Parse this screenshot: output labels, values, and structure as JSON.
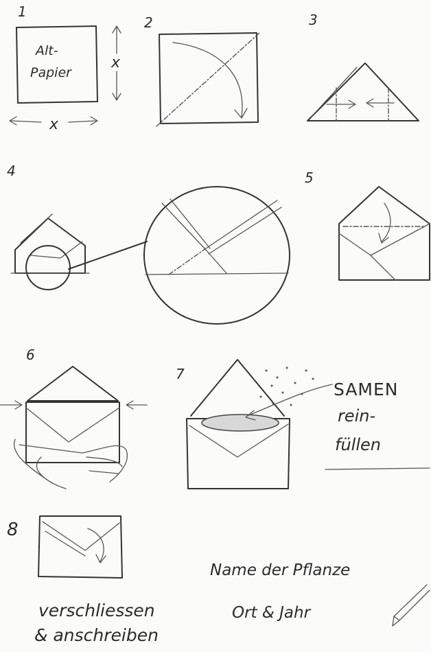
{
  "steps": [
    {
      "number": "1",
      "label_line1": "Alt-",
      "label_line2": "Papier",
      "dimension": "x"
    },
    {
      "number": "2"
    },
    {
      "number": "3"
    },
    {
      "number": "4"
    },
    {
      "number": "5"
    },
    {
      "number": "6"
    },
    {
      "number": "7",
      "note_line1": "SAMEN",
      "note_line2": "rein-",
      "note_line3": "füllen"
    },
    {
      "number": "8",
      "caption_line1": "verschliessen",
      "caption_line2": "& anschreiben"
    }
  ],
  "envelope_label": {
    "line1": "Name der Pflanze",
    "line2": "Ort & Jahr"
  },
  "icons": [
    "pencil-icon",
    "arrow-icon"
  ]
}
